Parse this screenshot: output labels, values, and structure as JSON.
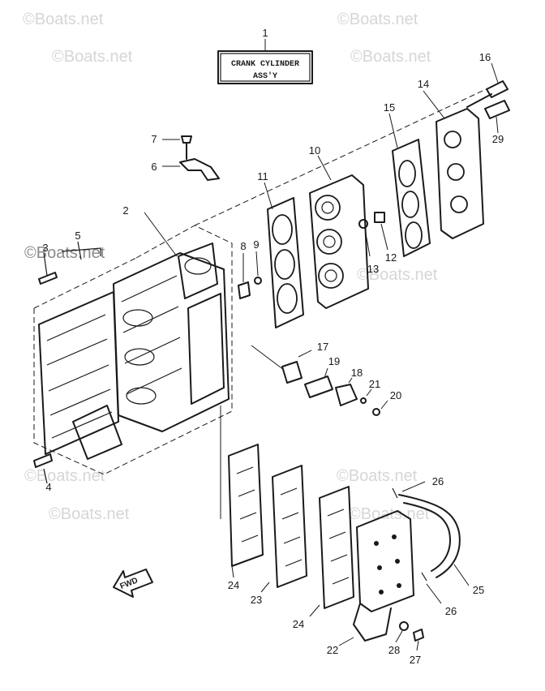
{
  "watermark": "Boats.net",
  "watermark_symbol": "©",
  "title_box": {
    "line1": "CRANK CYLINDER",
    "line2": "ASS'Y"
  },
  "fwd_label": "FWD",
  "callouts": [
    "1",
    "2",
    "3",
    "4",
    "5",
    "6",
    "7",
    "8",
    "9",
    "10",
    "11",
    "12",
    "13",
    "14",
    "15",
    "16",
    "17",
    "18",
    "19",
    "20",
    "21",
    "22",
    "23",
    "24",
    "24",
    "25",
    "26",
    "26",
    "27",
    "28",
    "29"
  ]
}
